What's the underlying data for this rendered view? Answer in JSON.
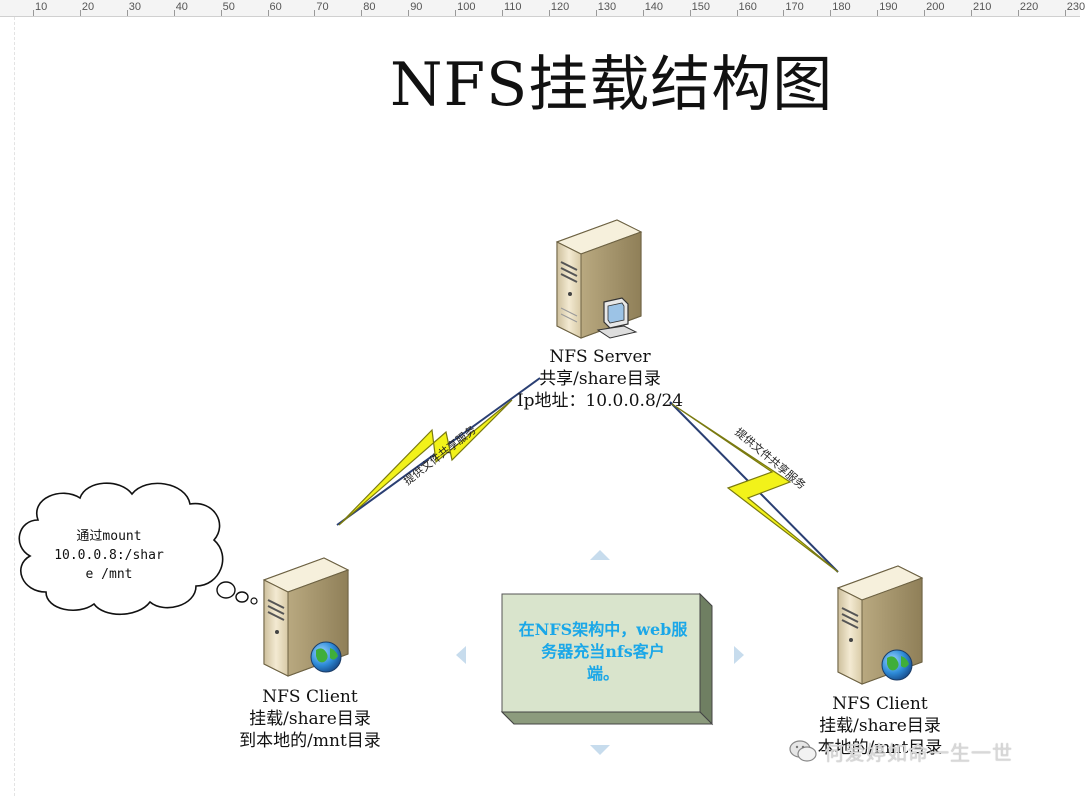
{
  "ruler": {
    "ticks": [
      "10",
      "20",
      "30",
      "40",
      "50",
      "60",
      "70",
      "80",
      "90",
      "100",
      "110",
      "120",
      "130",
      "140",
      "150",
      "160",
      "170",
      "180",
      "190",
      "200",
      "210",
      "220",
      "230"
    ]
  },
  "diagram": {
    "title": "NFS挂载结构图",
    "server": {
      "name": "NFS Server",
      "share": "共享/share目录",
      "ip": "Ip地址：10.0.0.8/24"
    },
    "client_left": {
      "name": "NFS Client",
      "mount": "挂载/share目录",
      "target": "到本地的/mnt目录"
    },
    "client_right": {
      "name": "NFS Client",
      "mount": "挂载/share目录",
      "target": "本地的/mnt目录"
    },
    "link_left_label": "提供文件共享服务",
    "link_right_label": "提供文件共享服务",
    "cloud": {
      "line1": "通过mount",
      "line2": "10.0.0.8:/shar",
      "line3": "e /mnt"
    },
    "note": {
      "line1": "在NFS架构中，web服",
      "line2": "务器充当nfs客户",
      "line3": "端。"
    }
  },
  "watermark": {
    "text": "何爱婷如命一生一世"
  },
  "colors": {
    "lightning_fill": "#f2f21a",
    "link_line": "#2a3f73",
    "note_fill": "#d9e4cc",
    "note_text": "#1aa7e8",
    "server_body": "#e9ddc0",
    "globe": "#2e8bd8"
  }
}
